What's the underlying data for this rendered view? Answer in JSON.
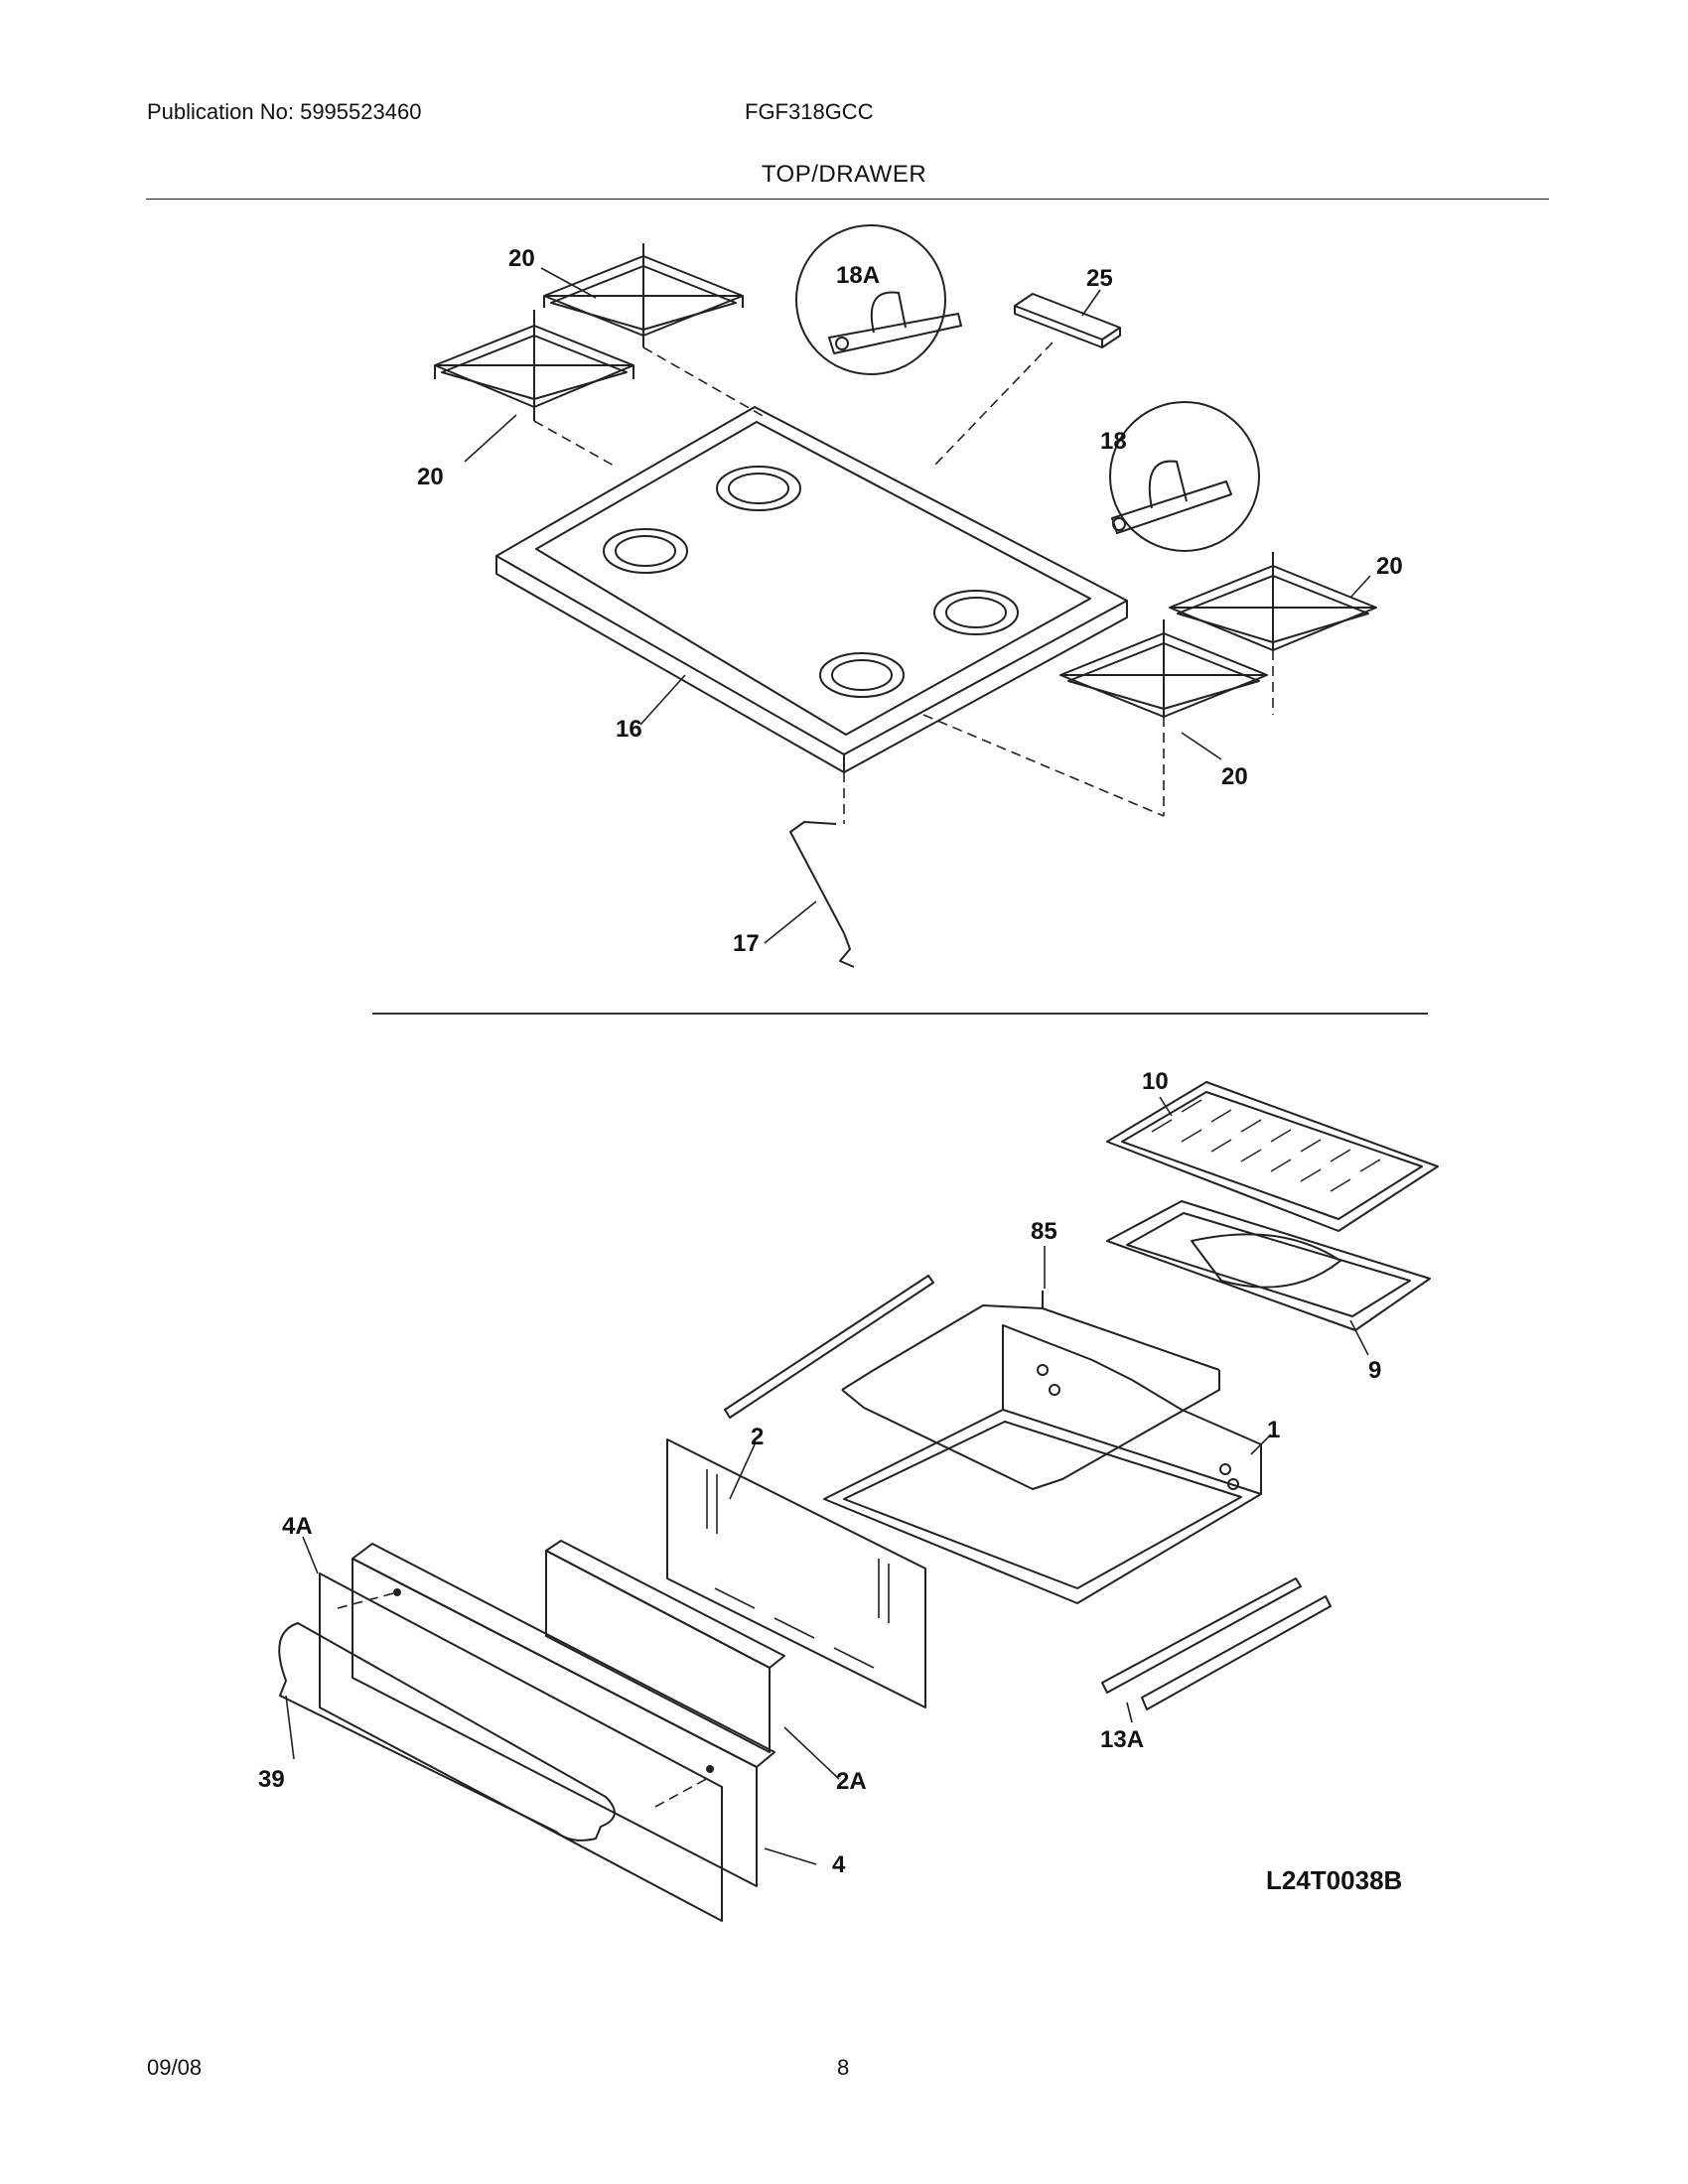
{
  "header": {
    "publication": "Publication No: 5995523460",
    "model": "FGF318GCC",
    "section_title": "TOP/DRAWER"
  },
  "diagram": {
    "code": "L24T0038B",
    "labels": {
      "l20a": "20",
      "l20b": "20",
      "l20c": "20",
      "l20d": "20",
      "l18a": "18A",
      "l25": "25",
      "l18": "18",
      "l16": "16",
      "l17": "17",
      "l10": "10",
      "l85": "85",
      "l9": "9",
      "l1": "1",
      "l2": "2",
      "l4a": "4A",
      "l2a": "2A",
      "l13a": "13A",
      "l39": "39",
      "l4": "4"
    }
  },
  "footer": {
    "date": "09/08",
    "page": "8"
  }
}
